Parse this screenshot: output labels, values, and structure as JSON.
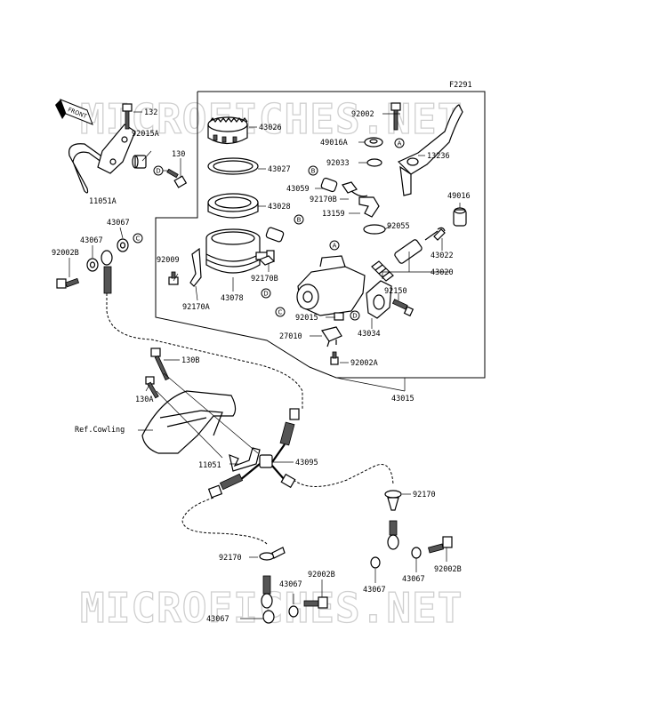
{
  "figure_code": "F2291",
  "watermark": "MICROFICHES.NET",
  "front_tag": "FRONT",
  "labels": [
    {
      "id": "132",
      "text": "132"
    },
    {
      "id": "92015A",
      "text": "92015A"
    },
    {
      "id": "130",
      "text": "130"
    },
    {
      "id": "11051A",
      "text": "11051A"
    },
    {
      "id": "43026",
      "text": "43026"
    },
    {
      "id": "43027",
      "text": "43027"
    },
    {
      "id": "43028",
      "text": "43028"
    },
    {
      "id": "92002",
      "text": "92002"
    },
    {
      "id": "49016A",
      "text": "49016A"
    },
    {
      "id": "92033",
      "text": "92033"
    },
    {
      "id": "13236",
      "text": "13236"
    },
    {
      "id": "43059",
      "text": "43059"
    },
    {
      "id": "92170B_a",
      "text": "92170B"
    },
    {
      "id": "13159",
      "text": "13159"
    },
    {
      "id": "92055",
      "text": "92055"
    },
    {
      "id": "49016",
      "text": "49016"
    },
    {
      "id": "43022",
      "text": "43022"
    },
    {
      "id": "43020",
      "text": "43020"
    },
    {
      "id": "43067_a",
      "text": "43067"
    },
    {
      "id": "43067_b",
      "text": "43067"
    },
    {
      "id": "92002B_a",
      "text": "92002B"
    },
    {
      "id": "92009",
      "text": "92009"
    },
    {
      "id": "92170B_b",
      "text": "92170B"
    },
    {
      "id": "43078",
      "text": "43078"
    },
    {
      "id": "92170A",
      "text": "92170A"
    },
    {
      "id": "92150",
      "text": "92150"
    },
    {
      "id": "92015",
      "text": "92015"
    },
    {
      "id": "43034",
      "text": "43034"
    },
    {
      "id": "27010",
      "text": "27010"
    },
    {
      "id": "92002A",
      "text": "92002A"
    },
    {
      "id": "43015",
      "text": "43015"
    },
    {
      "id": "130B",
      "text": "130B"
    },
    {
      "id": "130A",
      "text": "130A"
    },
    {
      "id": "ref_cowling",
      "text": "Ref.Cowling"
    },
    {
      "id": "11051",
      "text": "11051"
    },
    {
      "id": "43095",
      "text": "43095"
    },
    {
      "id": "92170_a",
      "text": "92170"
    },
    {
      "id": "92170_b",
      "text": "92170"
    },
    {
      "id": "92002B_b",
      "text": "92002B"
    },
    {
      "id": "43067_c",
      "text": "43067"
    },
    {
      "id": "43067_d",
      "text": "43067"
    },
    {
      "id": "92002B_c",
      "text": "92002B"
    },
    {
      "id": "43067_e",
      "text": "43067"
    },
    {
      "id": "43067_f",
      "text": "43067"
    }
  ],
  "callouts": {
    "a": "A",
    "b": "B",
    "c": "C",
    "d": "D"
  }
}
